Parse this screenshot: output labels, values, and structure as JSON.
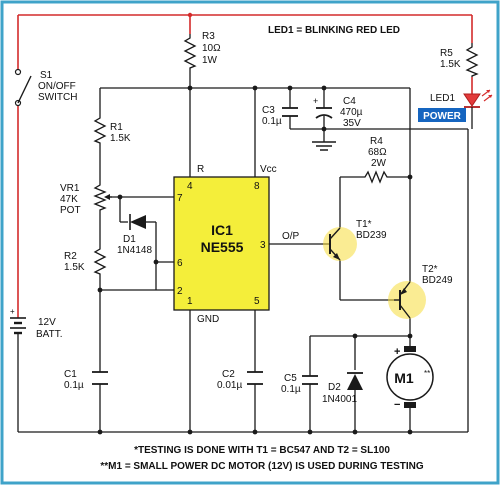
{
  "header": {
    "led_note": "LED1 = BLINKING RED LED"
  },
  "components": {
    "s1": {
      "ref": "S1",
      "line1": "ON/OFF",
      "line2": "SWITCH"
    },
    "batt": {
      "value": "12V",
      "line2": "BATT."
    },
    "r3": {
      "ref": "R3",
      "value": "10Ω",
      "power": "1W"
    },
    "r5": {
      "ref": "R5",
      "value": "1.5K"
    },
    "led1": {
      "ref": "LED1"
    },
    "power_badge": "POWER",
    "c3": {
      "ref": "C3",
      "value": "0.1µ"
    },
    "c4": {
      "ref": "C4",
      "value": "470µ",
      "voltage": "35V"
    },
    "r1": {
      "ref": "R1",
      "value": "1.5K"
    },
    "vr1": {
      "ref": "VR1",
      "value": "47K",
      "type": "POT"
    },
    "d1": {
      "ref": "D1",
      "value": "1N4148"
    },
    "r2": {
      "ref": "R2",
      "value": "1.5K"
    },
    "r4": {
      "ref": "R4",
      "value": "68Ω",
      "power": "2W"
    },
    "ic1": {
      "ref": "IC1",
      "part": "NE555",
      "pins": {
        "p4": "4",
        "p8": "8",
        "p7": "7",
        "p6": "6",
        "p2": "2",
        "p1": "1",
        "p5": "5",
        "p3": "3"
      },
      "label_r": "R",
      "label_vcc": "Vcc",
      "label_gnd": "GND",
      "label_out": "O/P"
    },
    "t1": {
      "ref": "T1*",
      "value": "BD239"
    },
    "t2": {
      "ref": "T2*",
      "value": "BD249"
    },
    "c1": {
      "ref": "C1",
      "value": "0.1µ"
    },
    "c2": {
      "ref": "C2",
      "value": "0.01µ"
    },
    "c5": {
      "ref": "C5",
      "value": "0.1µ"
    },
    "d2": {
      "ref": "D2",
      "value": "1N4001"
    },
    "m1": {
      "ref": "M1",
      "mark": "**",
      "plus": "+",
      "minus": "−",
      "batt_plus": "+"
    }
  },
  "footnotes": {
    "line1": "*TESTING IS DONE WITH T1 = BC547 AND T2 = SL100",
    "line2": "**M1 = SMALL POWER DC MOTOR (12V) IS USED DURING TESTING"
  },
  "colors": {
    "border": "#3fa3c9",
    "ic_fill": "#f4ee3a",
    "wire": "#1a1a1a",
    "supply_wire": "#d42b2b",
    "badge": "#1565c0",
    "transistor_glow": "#f5dc3a"
  }
}
